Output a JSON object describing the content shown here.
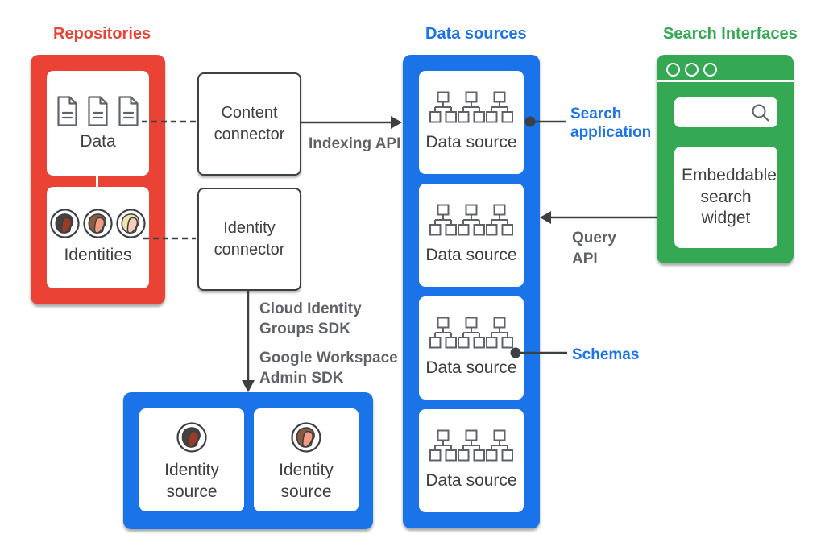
{
  "titles": {
    "repositories": "Repositories",
    "data_sources": "Data sources",
    "search_interfaces": "Search Interfaces"
  },
  "repositories": {
    "data_box_label": "Data",
    "identities_box_label": "Identities"
  },
  "connectors": {
    "content_connector_label": "Content connector",
    "identity_connector_label": "Identity connector"
  },
  "data_sources_column": {
    "items": [
      "Data source",
      "Data source",
      "Data source",
      "Data source"
    ]
  },
  "search_interface": {
    "widget_label": "Embeddable search widget"
  },
  "identity_sources": {
    "items": [
      "Identity source",
      "Identity source"
    ]
  },
  "annotations": {
    "indexing_api": "Indexing API",
    "cloud_identity_sdk": "Cloud Identity Groups SDK",
    "workspace_admin_sdk": "Google Workspace Admin SDK",
    "search_application": "Search application",
    "query_api": "Query API",
    "schemas": "Schemas"
  },
  "icons": {
    "document-icon": "page with folded corner",
    "org-chart-icon": "hierarchy of squares",
    "person-avatar-icon": "person profile in circle",
    "search-icon": "magnifying glass",
    "window-controls-icon": "three circles",
    "arrow-right-icon": "solid right arrow",
    "arrow-down-icon": "solid down arrow",
    "arrow-left-icon": "solid left arrow",
    "dot-connector-icon": "filled dot with line"
  },
  "colors": {
    "red": "#EA4335",
    "blue": "#1A73E8",
    "green": "#34A853",
    "label_gray": "#5F6368",
    "text_dark": "#3C4043",
    "avatar1_hair": "#474043",
    "avatar1_face": "#9C3A28",
    "avatar2_hair": "#8A5A41",
    "avatar2_face": "#F29B82",
    "avatar3_hair": "#EFE3AE",
    "avatar3_face": "#F8CDB9"
  }
}
